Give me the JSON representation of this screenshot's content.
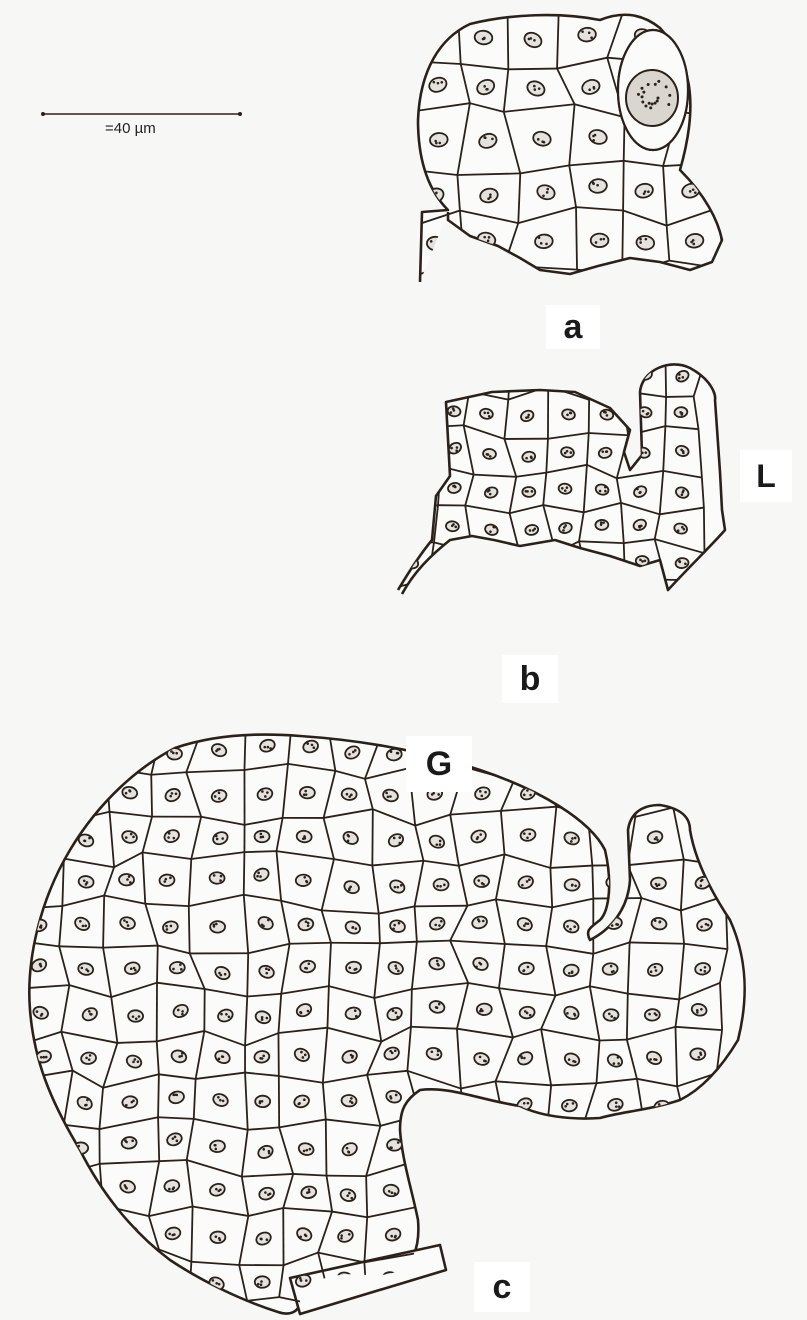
{
  "scale_bar": {
    "label": "=40 µm"
  },
  "panels": [
    {
      "id": "a",
      "label": "a"
    },
    {
      "id": "b",
      "label": "b",
      "marker": "L"
    },
    {
      "id": "c",
      "label": "c",
      "marker": "G"
    }
  ],
  "colors": {
    "ink": "#2b211b",
    "paper": "#f7f7f5",
    "nucleus": "#e4e2de"
  }
}
